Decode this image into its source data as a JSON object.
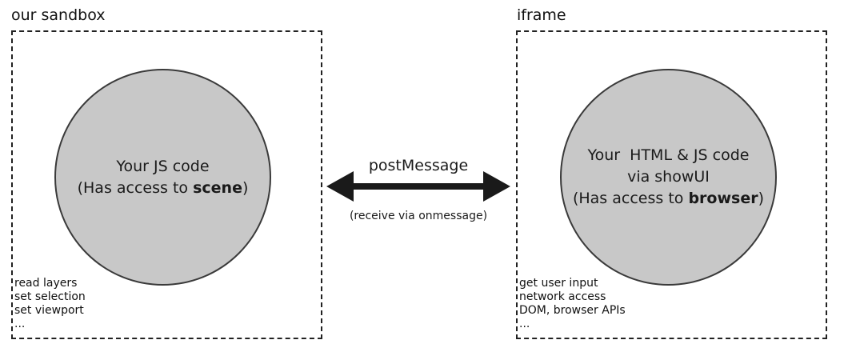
{
  "left_box": {
    "title": "our sandbox",
    "circle": {
      "line1": "Your JS code",
      "line2_prefix": "(Has access to ",
      "line2_bold": "scene",
      "line2_suffix": ")"
    },
    "capabilities": [
      "read layers",
      "set selection",
      "set viewport",
      "..."
    ]
  },
  "right_box": {
    "title": "iframe",
    "circle": {
      "line1": "Your  HTML & JS code",
      "line2": "via showUI",
      "line3_prefix": "(Has access to ",
      "line3_bold": "browser",
      "line3_suffix": ")"
    },
    "capabilities": [
      "get user input",
      "network access",
      "DOM, browser APIs",
      "..."
    ]
  },
  "connector": {
    "label": "postMessage",
    "sublabel": "(receive via onmessage)"
  },
  "colors": {
    "circle_fill": "#c8c8c8",
    "stroke": "#222222"
  }
}
